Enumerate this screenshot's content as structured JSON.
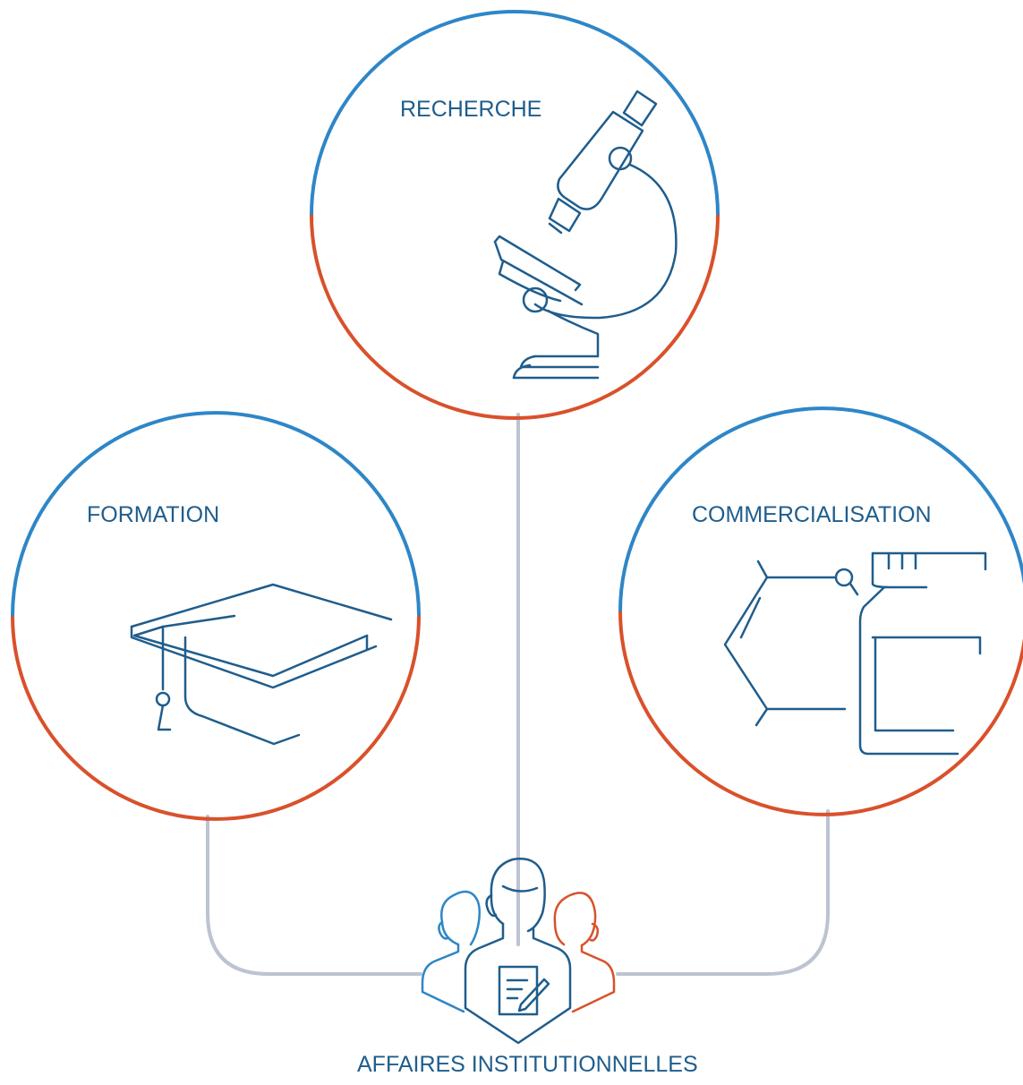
{
  "diagram": {
    "nodes": {
      "recherche": {
        "label": "RECHERCHE",
        "icon": "microscope-icon"
      },
      "formation": {
        "label": "FORMATION",
        "icon": "graduation-cap-icon"
      },
      "commercialisation": {
        "label": "COMMERCIALISATION",
        "icon": "chemistry-bottle-icon"
      },
      "affaires": {
        "label": "AFFAIRES INSTITUTIONNELLES",
        "icon": "people-group-icon"
      }
    },
    "colors": {
      "blue": "#2e86c7",
      "orange": "#d9512b",
      "navy": "#1f5d8c",
      "connector": "#bcc3d1"
    }
  }
}
